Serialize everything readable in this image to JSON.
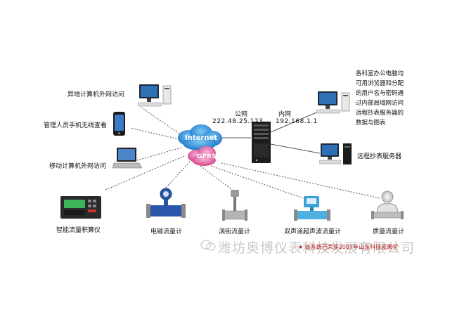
{
  "nodes": {
    "remote_pc": "异地计算机外网访问",
    "manager_phone": "管理人员手机无线查看",
    "mobile_laptop": "移动计算机外网访问",
    "integrator": "智能流量积算仪",
    "em_meter": "电磁流量计",
    "vortex_meter": "涡街流量计",
    "ultrasonic_meter": "双声道超声波流量计",
    "mass_meter": "质量流量计",
    "remote_server": "远程抄表服务器"
  },
  "cloud": {
    "internet": "Internet",
    "gprs": "GPRS"
  },
  "network": {
    "public_label": "公网",
    "public_ip": "222.48.25.123",
    "private_label": "内网",
    "private_ip": "192.168.1.1"
  },
  "office_note": [
    "各科室办公电脑均",
    "可用浏览器和分配",
    "的用户名与密码通",
    "过内部局域网访问",
    "远程抄表服务器的",
    "数据与图表"
  ],
  "watermark": "潍坊奥博仪表科技发展有限公司",
  "award": "★ 该系统已荣获2007年山东科技成果奖",
  "colors": {
    "cloud": "#2f8fd6",
    "gprs_pink": "#e86aa8",
    "line": "#555555",
    "award": "#b31818"
  }
}
